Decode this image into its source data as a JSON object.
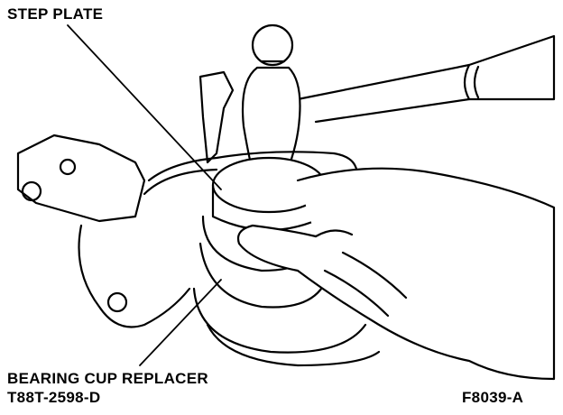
{
  "labels": {
    "step_plate": "STEP PLATE",
    "bearing_cup_replacer": "BEARING CUP REPLACER",
    "tool_number": "T88T-2598-D",
    "figure_id": "F8039-A"
  }
}
